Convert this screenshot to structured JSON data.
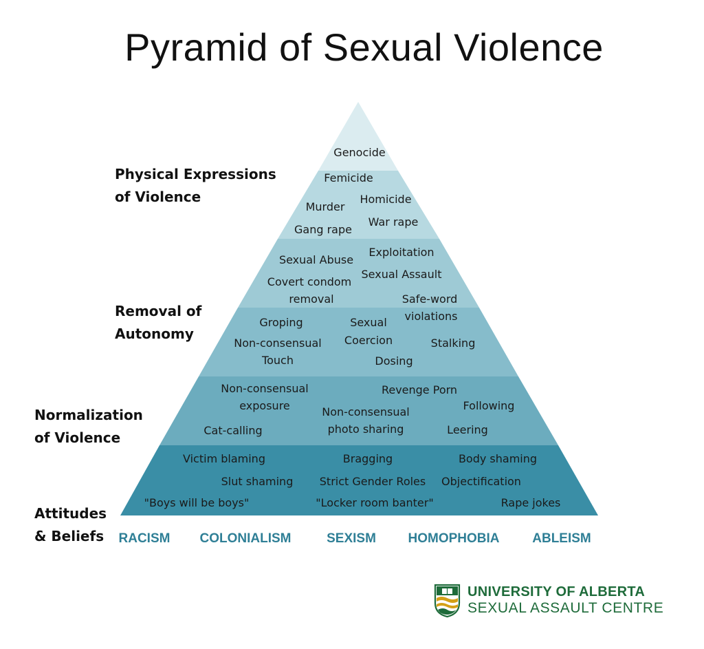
{
  "title": "Pyramid of Sexual Violence",
  "colors": {
    "tiers": [
      "#dbecf0",
      "#b7d9e1",
      "#9ecad5",
      "#86bccb",
      "#6cacbe",
      "#4a96ad",
      "#3a8ea6"
    ],
    "root_text": "#2f7f96",
    "brand_green": "#1e6b3a",
    "brand_gold": "#d4a017"
  },
  "levels": {
    "physical": [
      "Physical Expressions",
      "of Violence"
    ],
    "removal": [
      "Removal of",
      "Autonomy"
    ],
    "normalization": [
      "Normalization",
      "of Violence"
    ],
    "attitudes": [
      "Attitudes",
      "& Beliefs"
    ]
  },
  "items": {
    "genocide": "Genocide",
    "femicide": "Femicide",
    "murder": "Murder",
    "homicide": "Homicide",
    "gang_rape": "Gang rape",
    "war_rape": "War rape",
    "sexual_abuse": "Sexual Abuse",
    "exploitation": "Exploitation",
    "covert_condom": [
      "Covert condom",
      "removal"
    ],
    "sexual_assault": "Sexual Assault",
    "safe_word": [
      "Safe-word",
      "violations"
    ],
    "groping": "Groping",
    "sexual_coercion": [
      "Sexual",
      "Coercion"
    ],
    "non_consensual_touch": [
      "Non-consensual",
      "Touch"
    ],
    "stalking": "Stalking",
    "dosing": "Dosing",
    "nc_exposure": [
      "Non-consensual",
      "exposure"
    ],
    "revenge_porn": "Revenge Porn",
    "following": "Following",
    "nc_photo": [
      "Non-consensual",
      "photo sharing"
    ],
    "cat_calling": "Cat-calling",
    "leering": "Leering",
    "victim_blaming": "Victim blaming",
    "bragging": "Bragging",
    "body_shaming": "Body shaming",
    "slut_shaming": "Slut shaming",
    "strict_gender_roles": "Strict Gender Roles",
    "objectification": "Objectification",
    "boys_will_be_boys": "\"Boys will be boys\"",
    "locker_room": "\"Locker room banter\"",
    "rape_jokes": "Rape jokes"
  },
  "roots": [
    "RACISM",
    "COLONIALISM",
    "SEXISM",
    "HOMOPHOBIA",
    "ABLEISM"
  ],
  "logo": {
    "line1": "UNIVERSITY OF ALBERTA",
    "line2": "SEXUAL ASSAULT CENTRE",
    "icon": "university-shield-icon"
  }
}
